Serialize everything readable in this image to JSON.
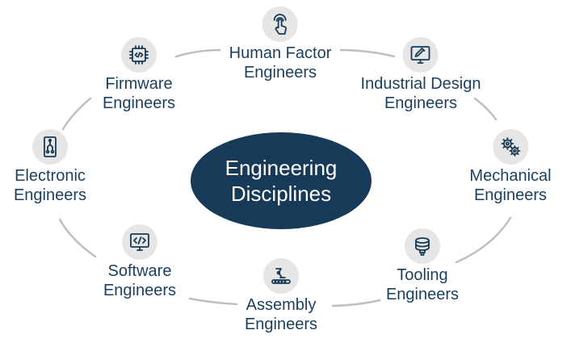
{
  "center": {
    "line1": "Engineering",
    "line2": "Disciplines"
  },
  "colors": {
    "center_fill": "#163a57",
    "label_text": "#1b3f5e",
    "icon_circle": "#e6e6e6",
    "connector": "#bfbfbf",
    "icon_stroke": "#163a57"
  },
  "disciplines": [
    {
      "line1": "Human Factor",
      "line2": "Engineers",
      "icon": "touch-hand-icon"
    },
    {
      "line1": "Industrial Design",
      "line2": "Engineers",
      "icon": "design-monitor-icon"
    },
    {
      "line1": "Mechanical",
      "line2": "Engineers",
      "icon": "gears-icon"
    },
    {
      "line1": "Tooling",
      "line2": "Engineers",
      "icon": "tooling-icon"
    },
    {
      "line1": "Assembly",
      "line2": "Engineers",
      "icon": "robot-arm-conveyor-icon"
    },
    {
      "line1": "Software",
      "line2": "Engineers",
      "icon": "code-monitor-icon"
    },
    {
      "line1": "Electronic",
      "line2": "Engineers",
      "icon": "circuit-board-icon"
    },
    {
      "line1": "Firmware",
      "line2": "Engineers",
      "icon": "microchip-icon"
    }
  ]
}
